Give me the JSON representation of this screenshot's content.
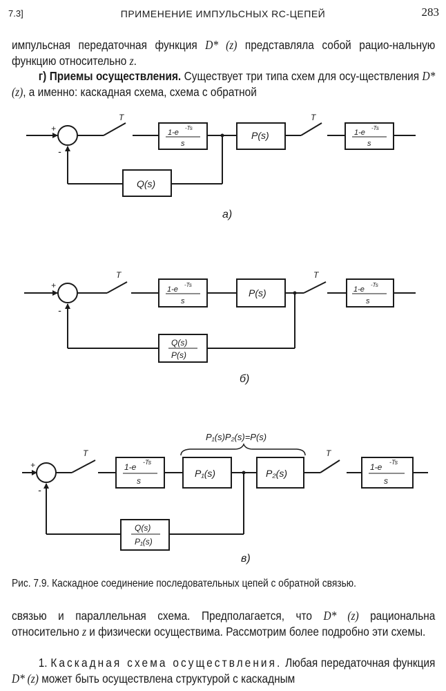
{
  "header": {
    "section": "7.3]",
    "title": "ПРИМЕНЕНИЕ ИМПУЛЬСНЫХ RC-ЦЕПЕЙ",
    "page": "283"
  },
  "text_top": {
    "p1_a": "импульсная передаточная функция ",
    "p1_math": "D* (z)",
    "p1_b": " представляла собой рацио-нальную функцию относительно ",
    "p1_z": "z",
    "p1_end": ".",
    "p2_bold": "г) Приемы осуществления.",
    "p2_a": " Существует три типа схем для осу-ществления ",
    "p2_math": "D* (z)",
    "p2_b": ", а именно: каскадная схема, схема с обратной"
  },
  "diagrams": {
    "a": {
      "label": "а)",
      "plus": "+",
      "minus": "-",
      "sampler": "T",
      "hold_num": "1-e",
      "hold_exp": "-Ts",
      "hold_den": "s",
      "plant": "P(s)",
      "feedback": "Q(s)"
    },
    "b": {
      "label": "б)",
      "plus": "+",
      "minus": "-",
      "sampler": "T",
      "hold_num": "1-e",
      "hold_exp": "-Ts",
      "hold_den": "s",
      "plant": "P(s)",
      "feedback_num": "Q(s)",
      "feedback_den": "P(s)"
    },
    "c": {
      "label": "в)",
      "plus": "+",
      "minus": "-",
      "sampler": "T",
      "hold_num": "1-e",
      "hold_exp": "-Ts",
      "hold_den": "s",
      "plant1": "P₁(s)",
      "plant2": "P₂(s)",
      "brace_label": "P₁(s)P₂(s)=P(s)",
      "feedback_num": "Q(s)",
      "feedback_den": "P₁(s)"
    }
  },
  "caption": "Рис. 7.9. Каскадное соединение последовательных цепей с обратной связью.",
  "text_bottom": {
    "p3_a": "связью и параллельная схема. Предполагается, что ",
    "p3_math": "D* (z)",
    "p3_b": " рациональна относительно ",
    "p3_z": "z",
    "p3_c": " и физически осуществима. Рассмотрим более подробно эти схемы.",
    "p4_num": "1. ",
    "p4_spaced": "Каскадная схема осуществления.",
    "p4_a": " Любая передаточная функция ",
    "p4_math": "D* (z)",
    "p4_b": " может быть осуществлена структурой с каскадным"
  }
}
